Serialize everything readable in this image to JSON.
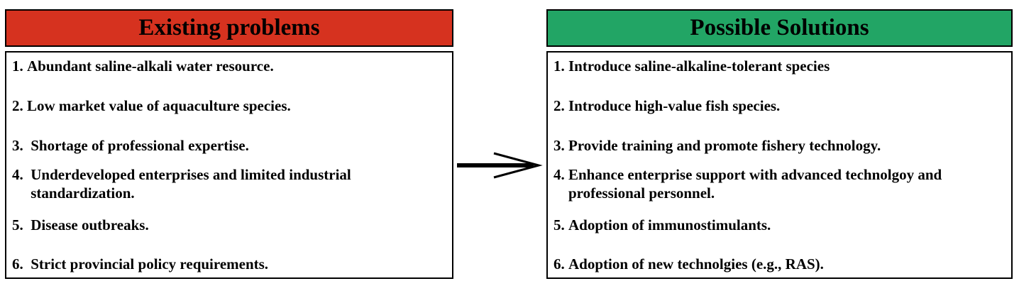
{
  "colors": {
    "problems_header": "#d6321f",
    "solutions_header": "#22a565"
  },
  "problems": {
    "title": "Existing problems",
    "items": [
      {
        "num": "1. ",
        "text": "Abundant saline-alkali water resource."
      },
      {
        "num": "2. ",
        "text": "Low market value of aquaculture species."
      },
      {
        "num": "3.  ",
        "text": "Shortage of professional expertise."
      },
      {
        "num": "4.  ",
        "text": "Underdeveloped enterprises and limited industrial standardization."
      },
      {
        "num": "5.  ",
        "text": "Disease outbreaks."
      },
      {
        "num": "6.  ",
        "text": "Strict provincial policy requirements."
      }
    ]
  },
  "solutions": {
    "title": "Possible Solutions",
    "items": [
      {
        "num": "1. ",
        "text": "Introduce saline-alkaline-tolerant species"
      },
      {
        "num": "2. ",
        "text": "Introduce high-value fish species."
      },
      {
        "num": "3. ",
        "text": "Provide training and promote fishery technology."
      },
      {
        "num": "4. ",
        "text": "Enhance enterprise support with advanced technolgoy and professional personnel."
      },
      {
        "num": "5. ",
        "text": "Adoption of immunostimulants."
      },
      {
        "num": "6. ",
        "text": "Adoption of new technolgies (e.g., RAS)."
      }
    ]
  }
}
